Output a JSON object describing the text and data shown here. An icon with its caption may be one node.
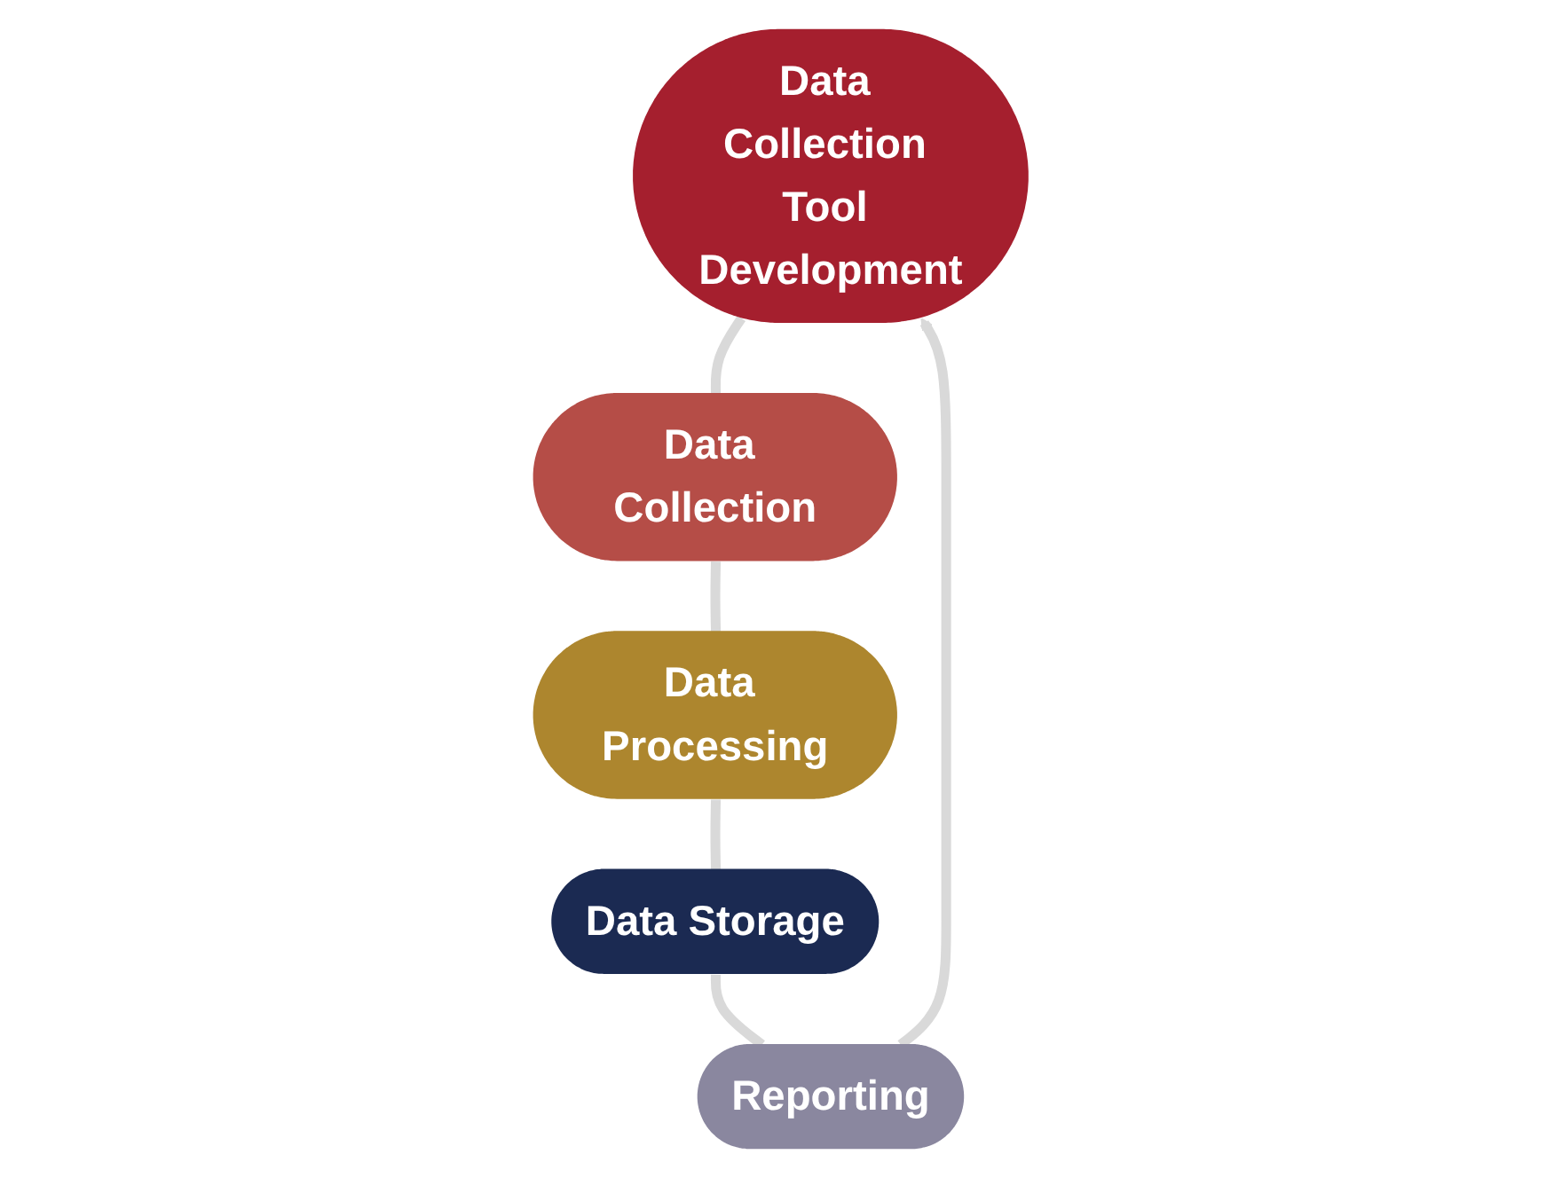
{
  "diagram": {
    "nodes": [
      {
        "text": [
          "Data Collection Tool Development"
        ]
      },
      {
        "text": [
          "Reporting"
        ]
      },
      {
        "text": [
          "Data Collection"
        ]
      },
      {
        "text": [
          "Data Storage"
        ]
      },
      {
        "text": [
          "Data Processing"
        ]
      }
    ],
    "edges": [
      {
        "from": 0,
        "to": 2,
        "arrow": "none"
      },
      {
        "from": 2,
        "to": 4,
        "arrow": "none"
      },
      {
        "from": 4,
        "to": 3,
        "arrow": "none"
      },
      {
        "from": 3,
        "to": 1,
        "arrow": "none"
      },
      {
        "from": 1,
        "to": 0,
        "arrow": "to"
      }
    ]
  }
}
